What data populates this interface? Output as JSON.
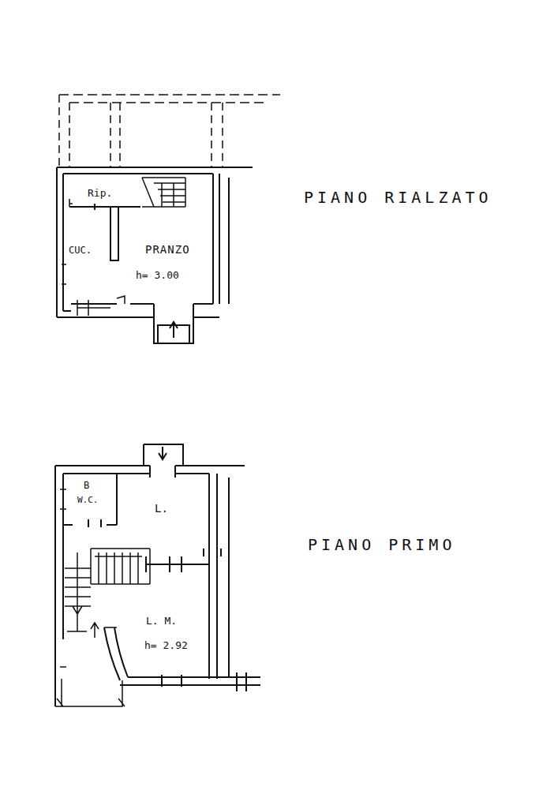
{
  "diagram": {
    "labels": [
      "Rip.",
      "CUC.",
      "PRANZO",
      "h= 3.00",
      "PIANO RIALZATO",
      "B",
      "W.C.",
      "L.",
      "L. M.",
      "h= 2.92",
      "PIANO PRIMO"
    ]
  }
}
